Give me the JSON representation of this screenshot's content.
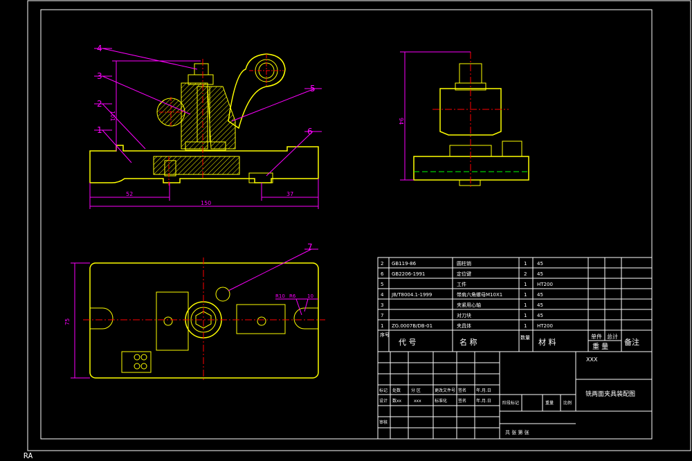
{
  "corner_label": "RA",
  "colors": {
    "frame": "#ffffff",
    "part": "#ffff00",
    "center": "#ff0000",
    "dim": "#ff00ff",
    "hidden": "#00ff00"
  },
  "front_view": {
    "balloons": [
      "4",
      "3",
      "2",
      "1",
      "5",
      "6"
    ],
    "dims": {
      "height": "101",
      "left": "52",
      "right": "37",
      "total": "150"
    }
  },
  "side_view": {
    "dims": {
      "height": "94"
    }
  },
  "top_view": {
    "balloon": "7",
    "dims": {
      "height": "75",
      "r_left": "R10",
      "r_mid": "R6",
      "r_right": "10"
    }
  },
  "bom": {
    "rows": [
      {
        "no": "2",
        "code": "GB119-86",
        "name": "圆柱销",
        "qty": "1",
        "material": "45"
      },
      {
        "no": "6",
        "code": "GB2206-1991",
        "name": "定位键",
        "qty": "2",
        "material": "45"
      },
      {
        "no": "5",
        "code": "",
        "name": "工件",
        "qty": "1",
        "material": "HT200"
      },
      {
        "no": "4",
        "code": "JB/T8004.1-1999",
        "name": "带肩六角螺母M10X1",
        "qty": "1",
        "material": "45"
      },
      {
        "no": "3",
        "code": "",
        "name": "夹紧用心轴",
        "qty": "1",
        "material": "45"
      },
      {
        "no": "7",
        "code": "",
        "name": "对刀块",
        "qty": "1",
        "material": "45"
      },
      {
        "no": "1",
        "code": "ZG.0007B/DB-01",
        "name": "夹具体",
        "qty": "1",
        "material": "HT200"
      }
    ],
    "header": {
      "no": "序号",
      "code": "代  号",
      "name": "名  称",
      "qty": "数量",
      "material": "材  料",
      "weight_top": "单件",
      "weight_total": "总计",
      "weight": "重  量",
      "remark": "备注"
    }
  },
  "title_block": {
    "school": "XXX",
    "drawing_title": "铣两面夹具装配图",
    "label_mark": "标记",
    "label_count": "处数",
    "label_zone": "分 区",
    "label_change": "更改文件号",
    "label_sign": "签名",
    "label_date": "年.月.日",
    "label_design": "设计",
    "design_name": "数xx",
    "design_misc": "xxx",
    "label_std": "标准化",
    "label_sign2": "签名",
    "label_date2": "年.月.日",
    "label_stage": "阶段标记",
    "label_weight": "重量",
    "label_scale": "比例",
    "label_review": "审核",
    "sheets": "共  张  第  张"
  }
}
